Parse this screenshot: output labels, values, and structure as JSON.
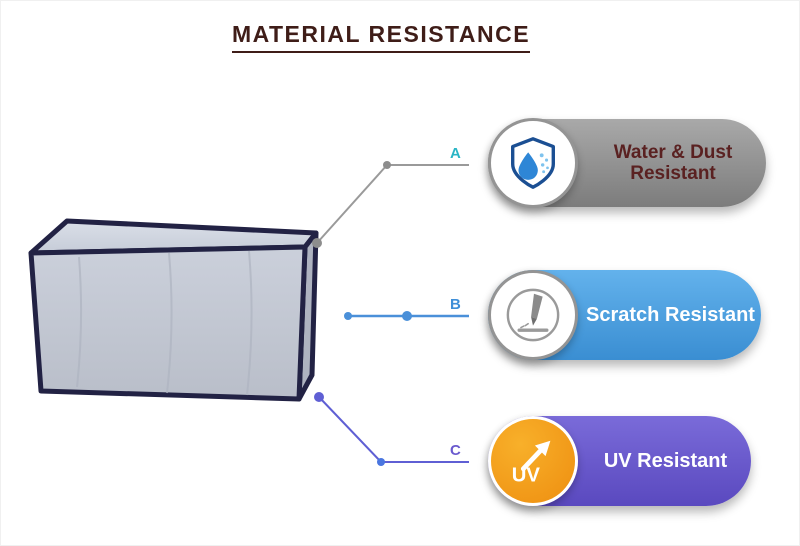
{
  "title": "MATERIAL RESISTANCE",
  "product": {
    "name": "grey-appliance-cover"
  },
  "callouts": {
    "a": "A",
    "b": "B",
    "c": "C"
  },
  "callout_colors": {
    "a": "#2ab5c5",
    "b": "#3f8fd8",
    "c": "#6a5ace"
  },
  "badges": [
    {
      "id": "water-dust",
      "icon": "shield-water-drop-icon",
      "label_line1": "Water & Dust",
      "label_line2": "Resistant",
      "pill_color": "#8f8f8f",
      "text_color": "#5a2121"
    },
    {
      "id": "scratch",
      "icon": "engraver-scratch-icon",
      "label": "Scratch Resistant",
      "pill_color": "#4aa0e0",
      "text_color": "#ffffff"
    },
    {
      "id": "uv",
      "icon": "uv-sun-arrow-icon",
      "icon_text": "UV",
      "label": "UV Resistant",
      "pill_color": "#6a5ace",
      "icon_circle_color": "#f29c1f",
      "text_color": "#ffffff"
    }
  ],
  "colors": {
    "title": "#3f1d18",
    "cover_fabric": "#c3c8d4",
    "cover_piping": "#222244",
    "shield": "#1b4f93",
    "water_drop": "#2e86d6"
  }
}
